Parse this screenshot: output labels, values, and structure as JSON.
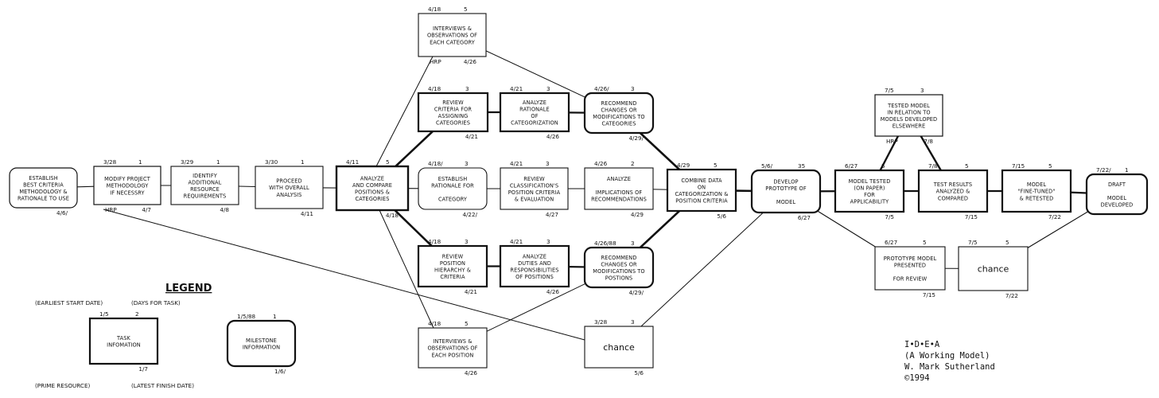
{
  "legend": {
    "title": "LEGEND",
    "earliest_start_label": "(EARLIEST START DATE)",
    "days_label": "(DAYS FOR TASK)",
    "prime_resource_label": "(PRIME RESOURCE)",
    "latest_finish_label": "(LATEST FINISH DATE)"
  },
  "credit": {
    "line1": "I•D•E•A",
    "line2": "(A Working Model)",
    "line3": "W. Mark Sutherland",
    "line4": "©1994"
  },
  "nodes": [
    {
      "id": "n1",
      "kind": "milestone",
      "lines": [
        "ESTABLISH",
        "BEST CRITERIA",
        "METHODOLOGY &",
        "RATIONALE TO USE"
      ],
      "bottom_right": "4/6/"
    },
    {
      "id": "n2",
      "kind": "task",
      "top_left": "3/28",
      "top_right": "1",
      "lines": [
        "MODIFY PROJECT",
        "METHODOLOGY",
        "IF NECESSRY"
      ],
      "bottom_left": "HRP",
      "bottom_right": "4/7"
    },
    {
      "id": "n3",
      "kind": "task",
      "top_left": "3/29",
      "top_right": "1",
      "lines": [
        "IDENTIFY",
        "ADDITIONAL",
        "RESOURCE",
        "REQUIREMENTS"
      ],
      "bottom_right": "4/8"
    },
    {
      "id": "n4",
      "kind": "task",
      "top_left": "3/30",
      "top_right": "1",
      "lines": [
        "PROCEED",
        "WITH OVERALL",
        "ANALYSIS"
      ],
      "bottom_right": "4/11"
    },
    {
      "id": "n5",
      "kind": "task",
      "top_left": "4/11",
      "top_right": "5",
      "lines": [
        "ANALYZE",
        "AND COMPARE",
        "POSITIONS &",
        "CATEGORIES"
      ],
      "bottom_right": "4/18"
    },
    {
      "id": "n6",
      "kind": "task",
      "top_left": "4/18",
      "top_right": "5",
      "lines": [
        "INTERVIEWS &",
        "OBSERVATIONS OF",
        "EACH CATEGORY"
      ],
      "bottom_left": "HRP",
      "bottom_right": "4/26"
    },
    {
      "id": "n7",
      "kind": "task",
      "top_left": "4/18",
      "top_right": "3",
      "lines": [
        "REVIEW",
        "CRITERIA FOR",
        "ASSIGNING",
        "CATEGORIES"
      ],
      "bottom_right": "4/21"
    },
    {
      "id": "n8",
      "kind": "task",
      "top_left": "4/21",
      "top_right": "3",
      "lines": [
        "ANALYZE",
        "RATIONALE",
        "OF",
        "CATEGORIZATION"
      ],
      "bottom_right": "4/26"
    },
    {
      "id": "n9",
      "kind": "milestone",
      "top_left": "4/26/",
      "top_right": "3",
      "lines": [
        "RECOMMEND",
        "CHANGES OR",
        "MODIFICATIONS TO",
        "CATEGORIES"
      ],
      "bottom_right": "4/29/"
    },
    {
      "id": "n10",
      "kind": "milestone",
      "top_left": "4/18/",
      "top_right": "3",
      "lines": [
        "ESTABLISH",
        "RATIONALE FOR",
        "",
        "CATEGORY"
      ],
      "bottom_right": "4/22/"
    },
    {
      "id": "n11",
      "kind": "task",
      "top_left": "4/21",
      "top_right": "3",
      "lines": [
        "REVIEW",
        "CLASSIFICATION'S",
        "POSITION CRITERIA",
        "& EVALUATION"
      ],
      "bottom_right": "4/27"
    },
    {
      "id": "n12",
      "kind": "task",
      "top_left": "4/26",
      "top_right": "2",
      "lines": [
        "ANALYZE",
        "",
        "IMPLICATIONS OF",
        "RECOMMENDATIONS"
      ],
      "bottom_right": "4/29"
    },
    {
      "id": "n13",
      "kind": "task",
      "top_left": "4/29",
      "top_right": "5",
      "lines": [
        "COMBINE DATA",
        "ON",
        "CATEGORIZATION &",
        "POSITION CRITERIA"
      ],
      "bottom_right": "5/6"
    },
    {
      "id": "n14",
      "kind": "task",
      "top_left": "4/18",
      "top_right": "3",
      "lines": [
        "REVIEW",
        "POSITION",
        "HIERARCHY &",
        "CRITERIA"
      ],
      "bottom_right": "4/21"
    },
    {
      "id": "n15",
      "kind": "task",
      "top_left": "4/21",
      "top_right": "3",
      "lines": [
        "ANALYZE",
        "DUTIES AND",
        "RESPONSIBILITIES",
        "OF POSITIONS"
      ],
      "bottom_right": "4/26"
    },
    {
      "id": "n16",
      "kind": "milestone",
      "top_left": "4/26/88",
      "top_right": "3",
      "lines": [
        "RECOMMEND",
        "CHANGES OR",
        "MODIFICATIONS TO",
        "POSTIONS"
      ],
      "bottom_right": "4/29/"
    },
    {
      "id": "n17",
      "kind": "task",
      "top_left": "4/18",
      "top_right": "5",
      "lines": [
        "INTERVIEWS &",
        "OBSERVATIONS OF",
        "EACH POSITION"
      ],
      "bottom_right": "4/26"
    },
    {
      "id": "n18",
      "kind": "chance",
      "top_left": "3/28",
      "top_right": "3",
      "lines": [
        "chance"
      ],
      "bottom_right": "5/6"
    },
    {
      "id": "n19",
      "kind": "milestone",
      "top_left": "5/6/",
      "top_right": "35",
      "lines": [
        "DEVELOP",
        "PROTOTYPE OF",
        "",
        "MODEL"
      ],
      "bottom_right": "6/27"
    },
    {
      "id": "n20",
      "kind": "task",
      "top_left": "6/27",
      "top_right": "5",
      "lines": [
        "MODEL TESTED",
        "(ON PAPER)",
        "FOR",
        "APPLICABILITY"
      ],
      "bottom_right": "7/5"
    },
    {
      "id": "n21",
      "kind": "task",
      "top_left": "7/5",
      "top_right": "3",
      "lines": [
        "TESTED MODEL",
        "IN RELATION TO",
        "MODELS DEVELOPED",
        "ELSEWHERE"
      ],
      "bottom_left": "HRP",
      "bottom_right": "7/8"
    },
    {
      "id": "n22",
      "kind": "task",
      "top_left": "7/8",
      "top_right": "5",
      "lines": [
        "TEST RESULTS",
        "ANALYZED &",
        "COMPARED"
      ],
      "bottom_right": "7/15"
    },
    {
      "id": "n23",
      "kind": "task",
      "top_left": "7/15",
      "top_right": "5",
      "lines": [
        "MODEL",
        "\"FINE-TUNED\"",
        "& RETESTED"
      ],
      "bottom_right": "7/22"
    },
    {
      "id": "n24",
      "kind": "milestone",
      "top_left": "7/22/",
      "top_right": "1",
      "lines": [
        "DRAFT",
        "",
        "MODEL",
        "DEVELOPED"
      ]
    },
    {
      "id": "n25",
      "kind": "task",
      "top_left": "6/27",
      "top_right": "5",
      "lines": [
        "PROTOTYPE MODEL",
        "PRESENTED",
        "",
        "FOR REVIEW"
      ],
      "bottom_right": "7/15"
    },
    {
      "id": "n26",
      "kind": "chance",
      "top_left": "7/5",
      "top_right": "5",
      "lines": [
        "chance"
      ],
      "bottom_right": "7/22"
    },
    {
      "id": "legend_task",
      "kind": "task",
      "top_left": "1/5",
      "top_right": "2",
      "lines": [
        "TASK",
        "INFOMATION"
      ],
      "bottom_right": "1/7"
    },
    {
      "id": "legend_milestone",
      "kind": "milestone",
      "top_left": "1/5/88",
      "top_right": "1",
      "lines": [
        "MILESTONE",
        "INFORMATION"
      ],
      "bottom_right": "1/6/"
    }
  ]
}
